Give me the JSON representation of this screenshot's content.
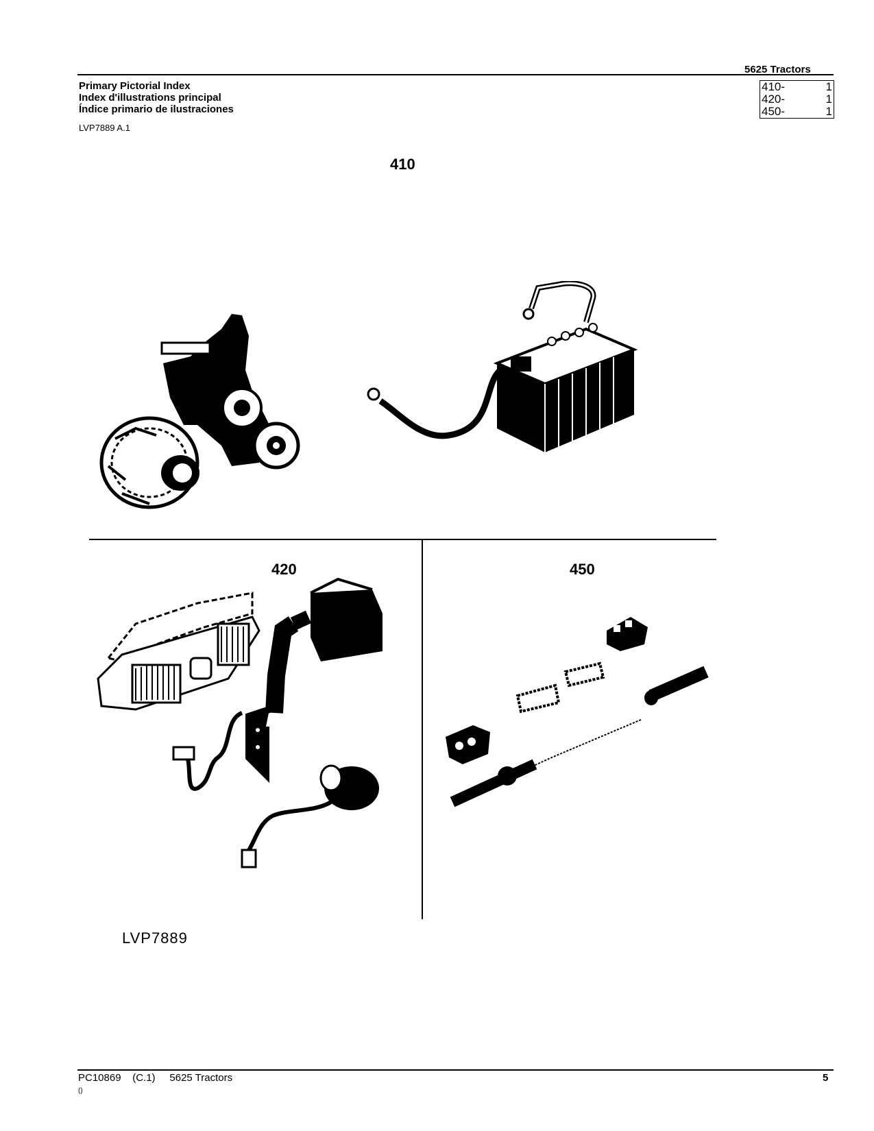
{
  "header": {
    "title": "5625  Tractors"
  },
  "titles": {
    "en": "Primary Pictorial Index",
    "fr": "Index d'illustrations principal",
    "es": "Índice primario de ilustraciones"
  },
  "reference": "LVP7889 A.1",
  "index_table": [
    {
      "code": "410-",
      "page": "1"
    },
    {
      "code": "420-",
      "page": "1"
    },
    {
      "code": "450-",
      "page": "1"
    }
  ],
  "figures": {
    "f410": {
      "label": "410",
      "items": [
        "alternator-bracket",
        "battery-with-cables"
      ]
    },
    "f420": {
      "label": "420",
      "items": [
        "front-grille",
        "relay-box-harness",
        "connector-cable",
        "horn"
      ]
    },
    "f450": {
      "label": "450",
      "items": [
        "connector-block",
        "connector",
        "sleeves",
        "heat-shrink-tube",
        "wire-with-connector"
      ]
    }
  },
  "drawing_id": "LVP7889",
  "footer": {
    "left": "PC10869    (C.1)     5625 Tractors",
    "sub": "()",
    "page_number": "5"
  }
}
